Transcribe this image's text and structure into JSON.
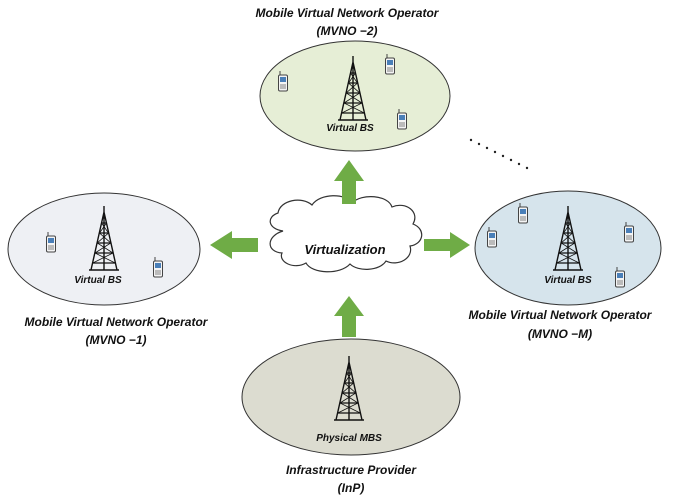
{
  "colors": {
    "mvno2_fill": "#e6eed6",
    "mvno1_fill": "#eef0f4",
    "mvnom_fill": "#d6e4ec",
    "inp_fill": "#dcdcd0",
    "arrow_green": "#6fac46",
    "outline": "#333333"
  },
  "mvno2": {
    "title": "Mobile Virtual Network Operator",
    "id": "(MVNO −2)",
    "bs_label": "Virtual BS"
  },
  "mvno1": {
    "title": "Mobile Virtual Network Operator",
    "id": "(MVNO −1)",
    "bs_label": "Virtual BS"
  },
  "mvnom": {
    "title": "Mobile Virtual Network Operator",
    "id": "(MVNO −M)",
    "bs_label": "Virtual BS"
  },
  "inp": {
    "title": "Infrastructure Provider",
    "id": "(InP)",
    "bs_label": "Physical MBS"
  },
  "cloud": {
    "label": "Virtualization"
  },
  "icons": {
    "tower": "cell-tower-icon",
    "phone": "mobile-phone-icon",
    "cloud": "cloud-icon",
    "arrow": "arrow-icon"
  }
}
